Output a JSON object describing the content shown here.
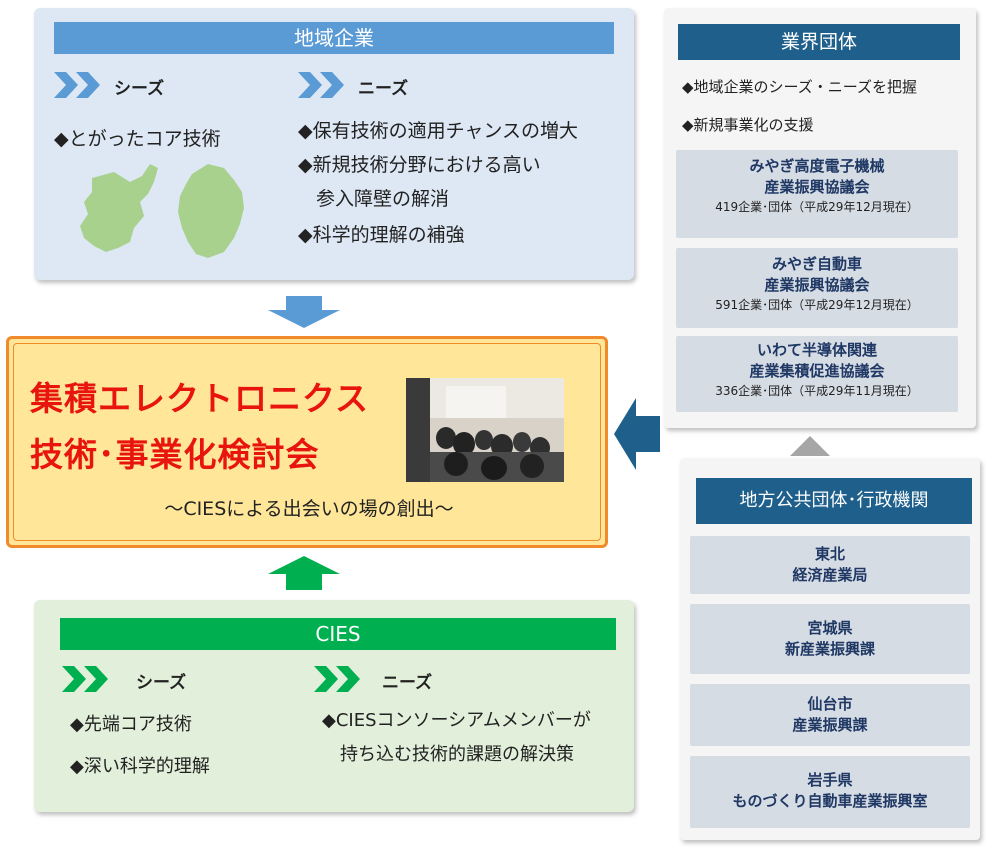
{
  "regional": {
    "title": "地域企業",
    "seeds_label": "シーズ",
    "needs_label": "ニーズ",
    "seeds": [
      "◆とがったコア技術"
    ],
    "needs": [
      "◆保有技術の適用チャンスの増大",
      "◆新規技術分野における高い",
      "参入障壁の解消",
      "◆科学的理解の補強"
    ]
  },
  "industry": {
    "title": "業界団体",
    "bullets": [
      "◆地域企業のシーズ・ニーズを把握",
      "◆新規事業化の支援"
    ],
    "orgs": [
      {
        "line1": "みやぎ高度電子機械",
        "line2": "産業振興協議会",
        "note": "419企業･団体（平成29年12月現在）"
      },
      {
        "line1": "みやぎ自動車",
        "line2": "産業振興協議会",
        "note": "591企業･団体（平成29年12月現在）"
      },
      {
        "line1": "いわて半導体関連",
        "line2": "産業集積促進協議会",
        "note": "336企業･団体（平成29年11月現在）"
      }
    ]
  },
  "center": {
    "title_line1": "集積エレクトロニクス",
    "title_line2": "技術･事業化検討会",
    "subtitle": "～CIESによる出会いの場の創出～"
  },
  "public": {
    "title": "地方公共団体･行政機関",
    "orgs": [
      {
        "line1": "東北",
        "line2": "経済産業局"
      },
      {
        "line1": "宮城県",
        "line2": "新産業振興課"
      },
      {
        "line1": "仙台市",
        "line2": "産業振興課"
      },
      {
        "line1": "岩手県",
        "line2": "ものづくり自動車産業振興室"
      }
    ]
  },
  "cies": {
    "title": "CIES",
    "seeds_label": "シーズ",
    "needs_label": "ニーズ",
    "seeds": [
      "◆先端コア技術",
      "◆深い科学的理解"
    ],
    "needs": [
      "◆CIESコンソーシアムメンバーが",
      "持ち込む技術的課題の解決策"
    ]
  },
  "colors": {
    "blue_bar": "#5b9bd5",
    "navy_bar": "#1f5f8b",
    "green_bar": "#00b050",
    "red_title": "#e8140e",
    "orange_border": "#f08a2a",
    "center_fill": "#ffe699"
  },
  "icons": [
    "chevron-right-icon",
    "arrow-down-icon",
    "arrow-up-icon",
    "arrow-left-icon",
    "map-icon",
    "photo"
  ]
}
